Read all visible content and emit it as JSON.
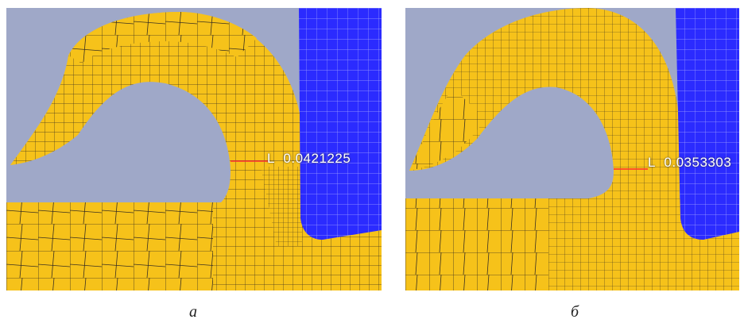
{
  "colors": {
    "background": "#9fa8c8",
    "mesh_fill": "#f6c21a",
    "mesh_line": "#3a3020",
    "tool_fill": "#2b2bff",
    "tool_line": "#a6a6ff",
    "measure_line": "#ff3030"
  },
  "panels": [
    {
      "measurement": {
        "label": "L",
        "value": "0.0421225"
      },
      "caption": "а"
    },
    {
      "measurement": {
        "label": "L",
        "value": "0.0353303"
      },
      "caption": "б"
    }
  ]
}
